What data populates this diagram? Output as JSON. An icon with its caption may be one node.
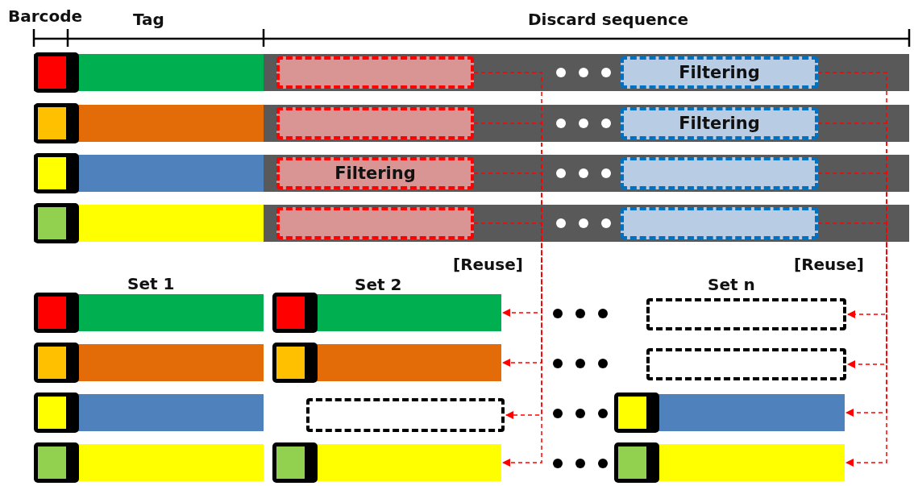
{
  "diagram": {
    "nodes": [
      {
        "text": [],
        "shape": "bar"
      },
      {
        "text": [],
        "shape": "box",
        "in": 0
      },
      {
        "text": [
          "Filtering"
        ],
        "in": 0
      },
      {
        "text": [],
        "shape": "bar"
      },
      {
        "text": [],
        "shape": "box",
        "in": 3
      },
      {
        "text": [
          "Filtering"
        ],
        "in": 3
      },
      {
        "text": [],
        "shape": "bar"
      },
      {
        "text": [
          "Filtering"
        ],
        "in": 6
      },
      {
        "text": [],
        "shape": "box",
        "in": 6
      },
      {
        "text": [],
        "shape": "bar"
      },
      {
        "text": [],
        "shape": "box",
        "in": 9
      },
      {
        "text": [],
        "shape": "box",
        "in": 9
      },
      {
        "text": [],
        "shape": "bar"
      },
      {
        "text": [],
        "shape": "bar"
      },
      {
        "text": [],
        "shape": "box"
      },
      {
        "text": [],
        "shape": "bar"
      },
      {
        "text": [],
        "shape": "bar"
      },
      {
        "text": [],
        "shape": "box"
      },
      {
        "text": [],
        "shape": "bar"
      },
      {
        "text": [],
        "shape": "box"
      },
      {
        "text": [],
        "shape": "bar"
      },
      {
        "text": [],
        "shape": "bar"
      },
      {
        "text": [],
        "shape": "bar"
      },
      {
        "text": [],
        "shape": "bar"
      }
    ],
    "edges": [
      {
        "from": 1,
        "to": 13,
        "arrow": "to",
        "style": "dashed"
      },
      {
        "from": 4,
        "to": 16,
        "arrow": "to",
        "style": "dashed"
      },
      {
        "from": 7,
        "to": 19,
        "arrow": "to",
        "style": "dashed"
      },
      {
        "from": 10,
        "to": 22,
        "arrow": "to",
        "style": "dashed"
      },
      {
        "from": 2,
        "to": 14,
        "arrow": "to",
        "style": "dashed"
      },
      {
        "from": 5,
        "to": 17,
        "arrow": "to",
        "style": "dashed"
      },
      {
        "from": 8,
        "to": 20,
        "arrow": "to",
        "style": "dashed"
      },
      {
        "from": 11,
        "to": 23,
        "arrow": "to",
        "style": "dashed"
      }
    ],
    "labels": [
      "Barcode",
      "Tag",
      "Discard sequence",
      "[Reuse]",
      "[Reuse]",
      "Set 1",
      "Set 2",
      "Set n"
    ]
  }
}
